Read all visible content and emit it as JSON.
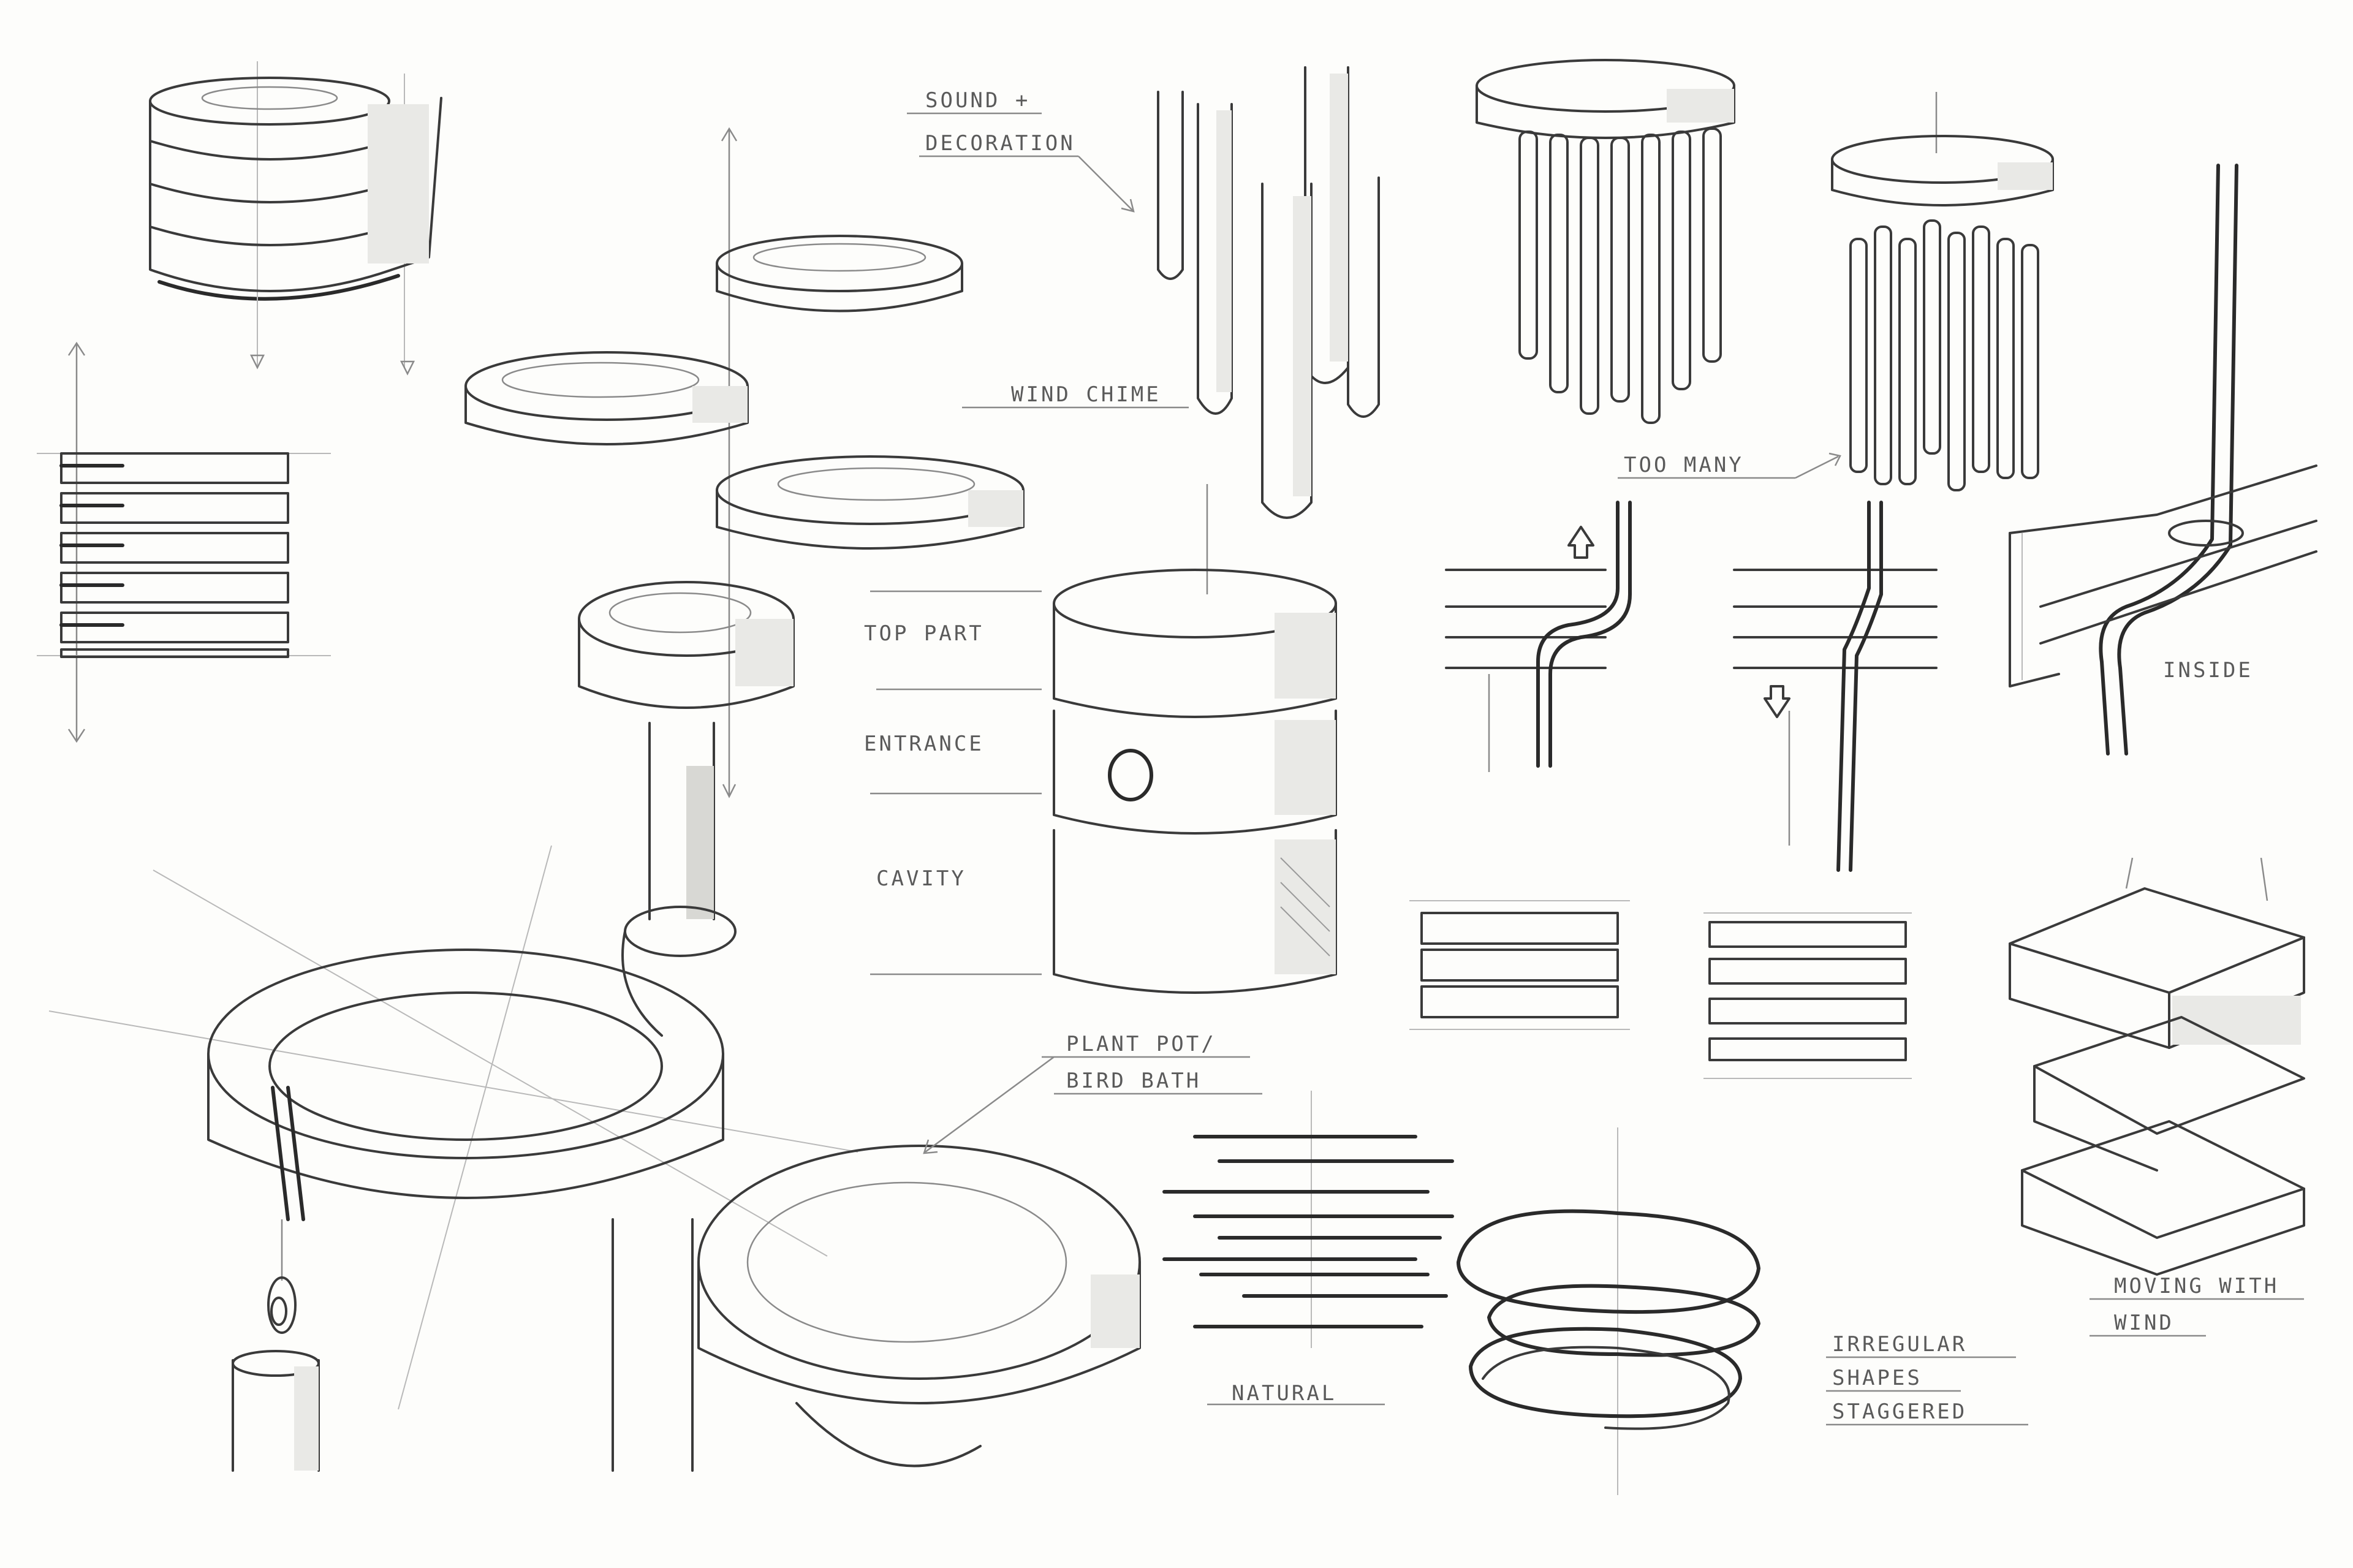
{
  "annotations": {
    "sound_line1": "SOUND +",
    "sound_line2": "DECORATION",
    "wind_chime": "WIND CHIME",
    "too_many": "TOO MANY",
    "inside": "INSIDE",
    "top_part": "TOP PART",
    "entrance": "ENTRANCE",
    "cavity": "CAVITY",
    "plant_pot_line1": "PLANT POT/",
    "plant_pot_line2": "BIRD BATH",
    "natural": "NATURAL",
    "irregular_line1": "IRREGULAR",
    "irregular_line2": "SHAPES",
    "irregular_line3": "STAGGERED",
    "moving_line1": "MOVING WITH",
    "moving_line2": "WIND"
  },
  "colors": {
    "paper": "#fdfdfb",
    "graphite_dark": "#2a2a2a",
    "graphite": "#3a3a3a",
    "graphite_light": "#b9b9b9"
  }
}
